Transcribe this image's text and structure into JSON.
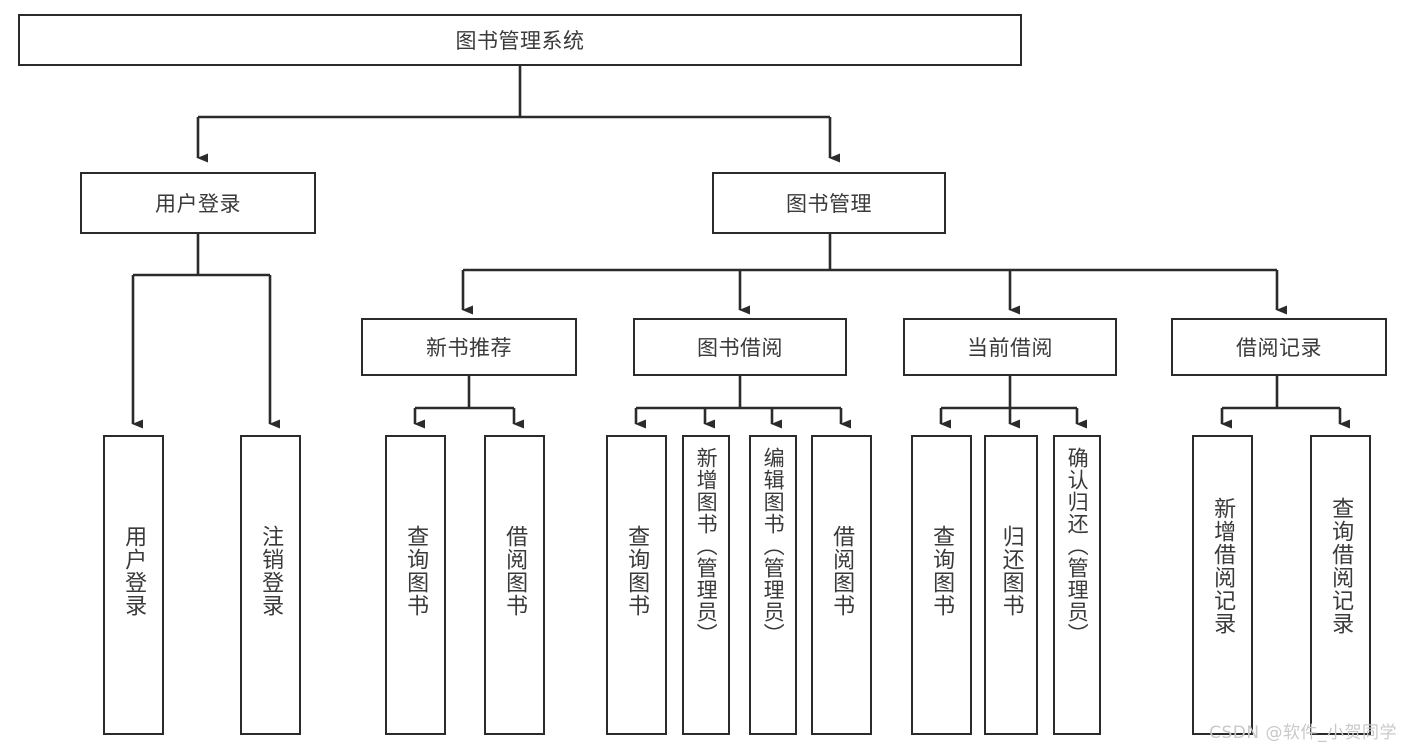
{
  "diagram": {
    "title": "图书管理系统",
    "type": "tree",
    "colors": {
      "background": "#ffffff",
      "box_border": "#2b2b2b",
      "box_fill": "#ffffff",
      "text": "#3a3a3a",
      "edge": "#2b2b2b",
      "watermark": "#c9c9c9"
    },
    "root": {
      "label": "图书管理系统"
    },
    "level2": [
      {
        "label": "用户登录"
      },
      {
        "label": "图书管理"
      }
    ],
    "level3": [
      {
        "label": "新书推荐"
      },
      {
        "label": "图书借阅"
      },
      {
        "label": "当前借阅"
      },
      {
        "label": "借阅记录"
      }
    ],
    "leaves": {
      "user_login": [
        {
          "label": "用户登录"
        },
        {
          "label": "注销登录"
        }
      ],
      "new_book": [
        {
          "label": "查询图书"
        },
        {
          "label": "借阅图书"
        }
      ],
      "book_borrow": [
        {
          "label": "查询图书"
        },
        {
          "label": "新增图书（管理员）"
        },
        {
          "label": "编辑图书（管理员）"
        },
        {
          "label": "借阅图书"
        }
      ],
      "current_borrow": [
        {
          "label": "查询图书"
        },
        {
          "label": "归还图书"
        },
        {
          "label": "确认归还（管理员）"
        }
      ],
      "borrow_record": [
        {
          "label": "新增借阅记录"
        },
        {
          "label": "查询借阅记录"
        }
      ]
    }
  },
  "watermark": {
    "text": "CSDN @软件_小贺同学"
  }
}
